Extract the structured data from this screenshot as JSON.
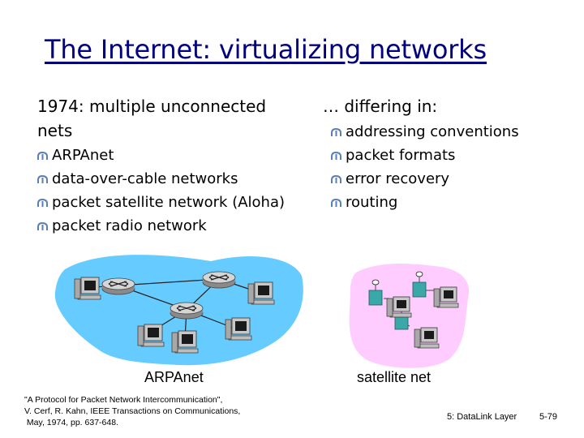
{
  "title": "The Internet: virtualizing networks",
  "left": {
    "heading": "1974: multiple unconnected nets",
    "bullets": [
      "ARPAnet",
      "data-over-cable networks",
      "packet satellite network (Aloha)",
      "packet radio network"
    ]
  },
  "right": {
    "heading": "… differing in:",
    "bullets": [
      "addressing conventions",
      "packet formats",
      "error recovery",
      "routing"
    ]
  },
  "figures": {
    "arpanet_caption": "ARPAnet",
    "satellite_caption": "satellite net"
  },
  "citation": "\"A Protocol for Packet Network Intercommunication\",\nV. Cerf, R. Kahn, IEEE Transactions on Communications,\n May, 1974, pp. 637-648.",
  "footer": {
    "chapter": "5: DataLink Layer",
    "page": "5-79"
  },
  "colors": {
    "title": "#000080",
    "bullet": "#5a7fb8",
    "arpanet_cloud": "#66ccff",
    "satellite_cloud": "#ffccff"
  },
  "icons": {
    "bullet": "curved-bullet-icon",
    "router": "router-icon",
    "host": "desktop-computer-icon",
    "satellite_node": "satellite-node-icon"
  }
}
